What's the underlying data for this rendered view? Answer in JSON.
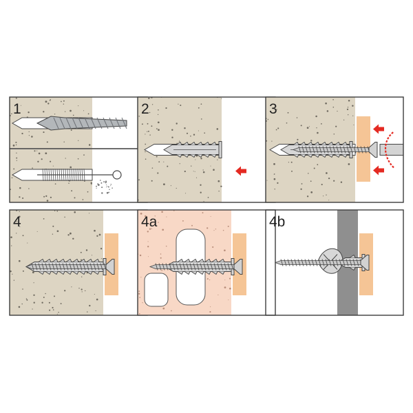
{
  "colors": {
    "concrete": "#ddd5c3",
    "concrete_dots": "#6f6a60",
    "brick": "#f8d8c6",
    "brick_dots": "#b98f7c",
    "drywall": "#8f8f8f",
    "fixture": "#f5c596",
    "border": "#3c3c3c",
    "anchor_fill": "#d7d7d7",
    "anchor_stroke": "#444444",
    "drill_fill": "#b3b7ba",
    "arrow_red": "#e42a22",
    "label": "#222222"
  },
  "panels": [
    {
      "label": "1",
      "step": "drill-hole-and-clean",
      "material": "concrete"
    },
    {
      "label": "2",
      "step": "insert-anchor",
      "material": "concrete",
      "icons": [
        "push-arrow-icon"
      ]
    },
    {
      "label": "3",
      "step": "drive-screw",
      "material": "concrete",
      "icons": [
        "push-arrow-icon",
        "rotate-arrow-icon"
      ]
    },
    {
      "label": "4",
      "step": "installed-concrete",
      "material": "concrete"
    },
    {
      "label": "4a",
      "step": "installed-hollow-brick",
      "material": "hollow-brick"
    },
    {
      "label": "4b",
      "step": "installed-drywall",
      "material": "drywall"
    }
  ]
}
